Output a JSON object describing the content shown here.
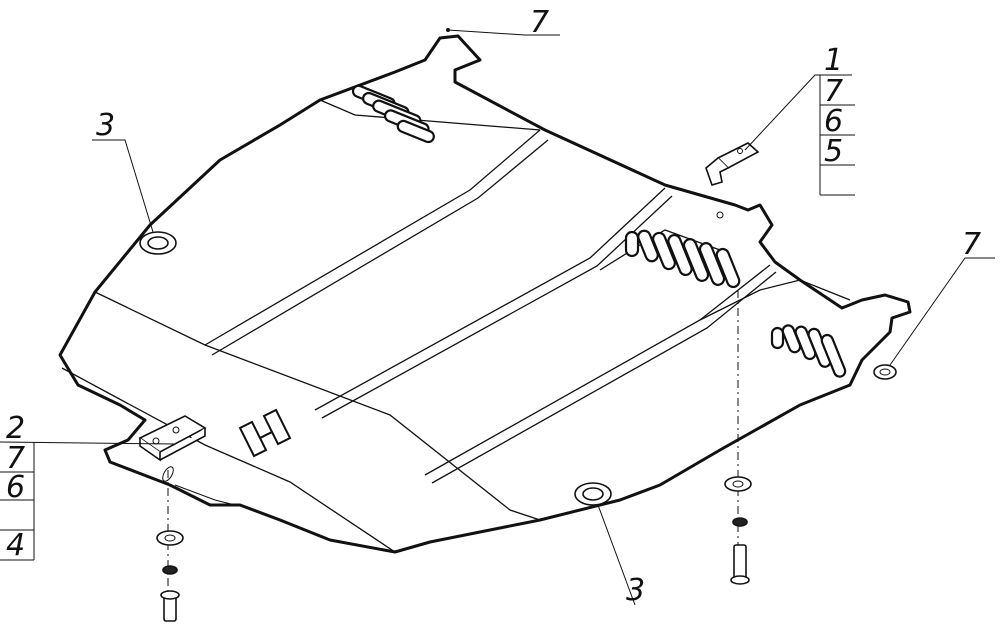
{
  "callouts": {
    "c1": "1",
    "c2": "2",
    "c3_left": "3",
    "c3_bottom": "3",
    "c4": "4",
    "c5": "5",
    "c6_right": "6",
    "c6_left": "6",
    "c7_top": "7",
    "c7_right_stack": "7",
    "c7_left_stack": "7",
    "c7_right": "7"
  }
}
